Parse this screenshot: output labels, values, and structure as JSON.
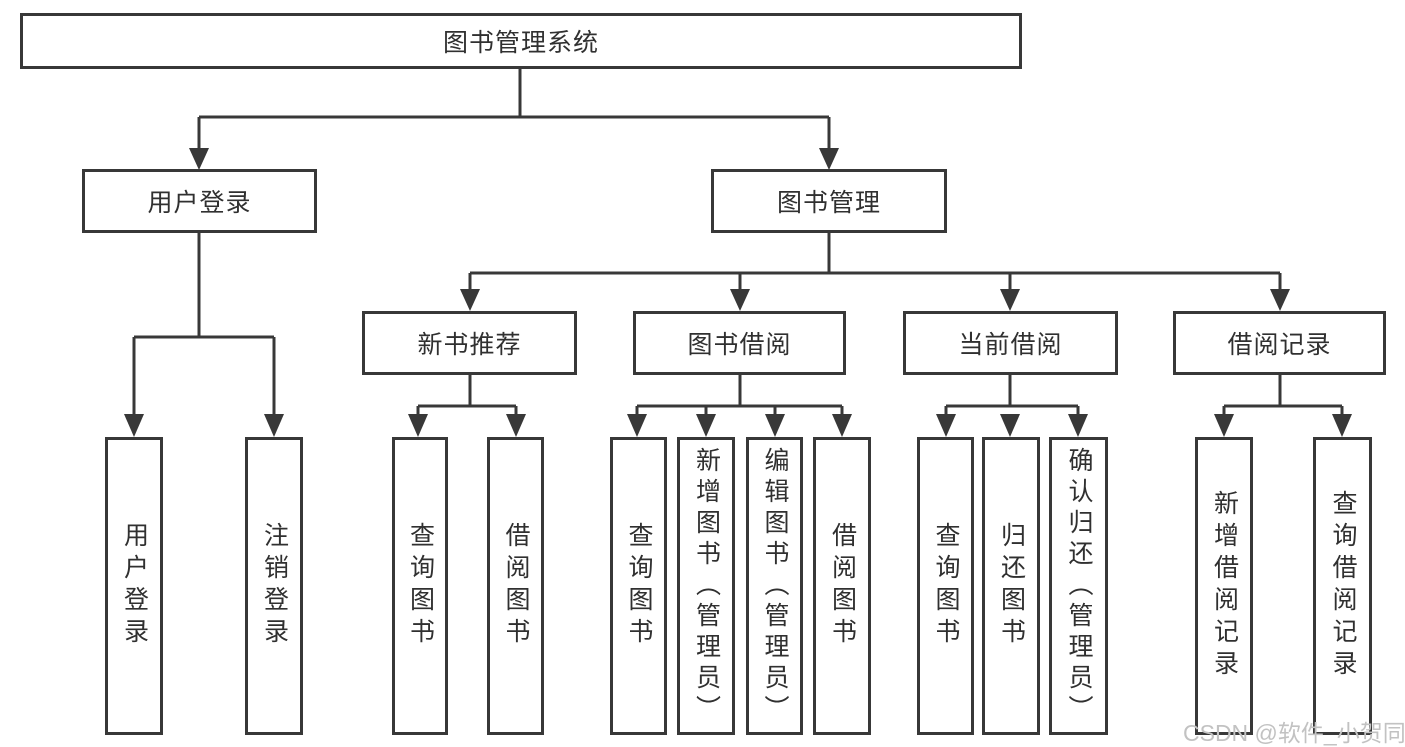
{
  "diagram": {
    "root": "图书管理系统",
    "level2": {
      "user": "用户登录",
      "book": "图书管理"
    },
    "level3": {
      "recommend": "新书推荐",
      "borrow": "图书借阅",
      "current": "当前借阅",
      "records": "借阅记录"
    },
    "leaves": {
      "user": [
        "用户登录",
        "注销登录"
      ],
      "recommend": [
        "查询图书",
        "借阅图书"
      ],
      "borrow": [
        "查询图书",
        "新增图书（管理员）",
        "编辑图书（管理员）",
        "借阅图书"
      ],
      "current": [
        "查询图书",
        "归还图书",
        "确认归还（管理员）"
      ],
      "records": [
        "新增借阅记录",
        "查询借阅记录"
      ]
    }
  },
  "watermark": "CSDN @软件_小贺同学",
  "colors": {
    "line": "#383838",
    "text": "#303030",
    "watermark": "#c2c2c2",
    "background": "#ffffff"
  }
}
